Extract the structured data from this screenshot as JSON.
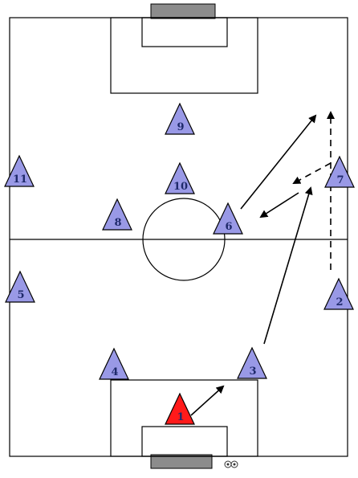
{
  "colors": {
    "field_team": "#9999e6",
    "goalkeeper": "#ff1a1a",
    "goal": "#8c8c8c",
    "lines": "#000000"
  },
  "players": [
    {
      "number": "1",
      "role": "goalkeeper"
    },
    {
      "number": "2",
      "role": "field"
    },
    {
      "number": "3",
      "role": "field"
    },
    {
      "number": "4",
      "role": "field"
    },
    {
      "number": "5",
      "role": "field"
    },
    {
      "number": "6",
      "role": "field"
    },
    {
      "number": "7",
      "role": "field"
    },
    {
      "number": "8",
      "role": "field"
    },
    {
      "number": "9",
      "role": "field"
    },
    {
      "number": "10",
      "role": "field"
    },
    {
      "number": "11",
      "role": "field"
    }
  ],
  "arrows": [
    {
      "from": "1",
      "to": "3",
      "style": "solid",
      "kind": "pass"
    },
    {
      "from": "3",
      "to": "7",
      "style": "solid",
      "kind": "pass"
    },
    {
      "from": "7",
      "to": "6",
      "style": "dashed",
      "kind": "pass"
    },
    {
      "from": "6",
      "to": "space",
      "style": "solid",
      "kind": "pass"
    },
    {
      "from": "2",
      "to": "space",
      "style": "dashed",
      "kind": "run"
    }
  ],
  "icons": [
    "soccer-balls-icon"
  ]
}
